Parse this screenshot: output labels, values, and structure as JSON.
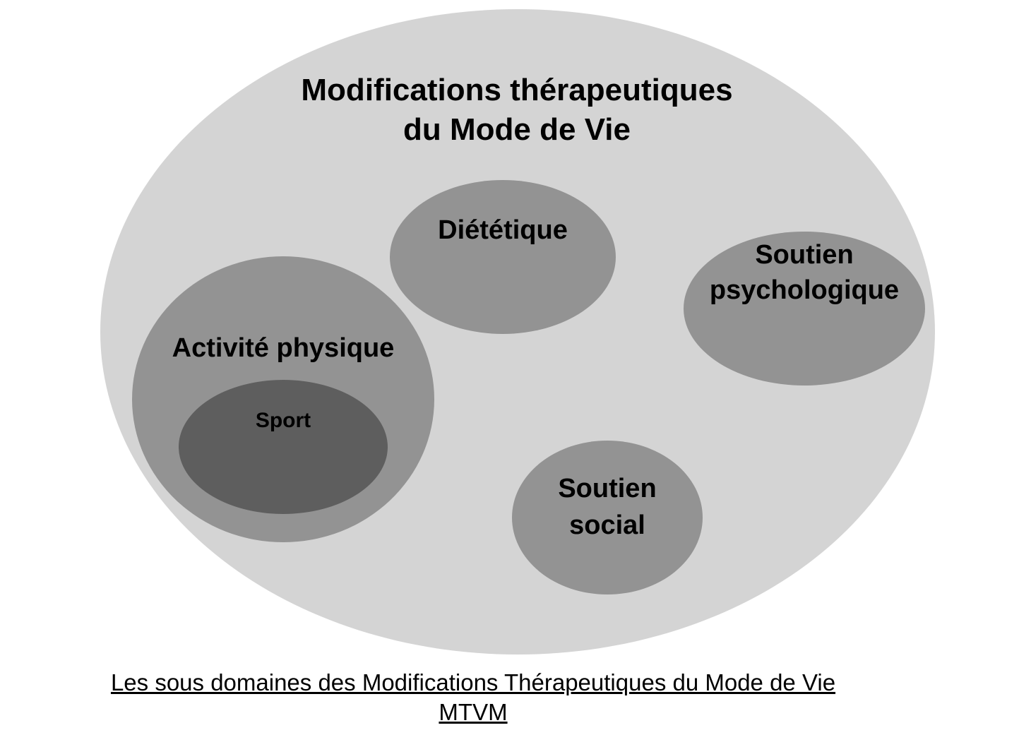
{
  "colors": {
    "outer": "#d4d4d4",
    "subdomain": "#939393",
    "sport": "#5e5e5e",
    "text": "#000000"
  },
  "diagram": {
    "title_line1": "Modifications thérapeutiques",
    "title_line2": "du Mode de Vie",
    "subdomains": {
      "dietetique": "Diététique",
      "psychologique_line1": "Soutien",
      "psychologique_line2": "psychologique",
      "activite": "Activité physique",
      "sport": "Sport",
      "social_line1": "Soutien",
      "social_line2": "social"
    }
  },
  "caption": {
    "line1": "Les sous domaines des Modifications Thérapeutiques du Mode de Vie",
    "line2": "MTVM"
  }
}
